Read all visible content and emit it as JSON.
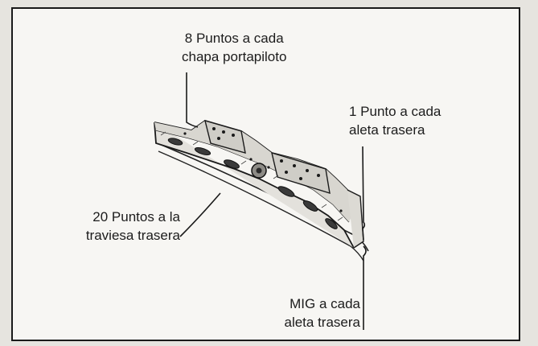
{
  "labels": {
    "top": {
      "line1": "8 Puntos a cada",
      "line2": "chapa portapiloto"
    },
    "right": {
      "line1": "1 Punto a cada",
      "line2": "aleta trasera"
    },
    "left": {
      "line1": "20 Puntos a la",
      "line2": "traviesa trasera"
    },
    "bottom": {
      "line1": "MIG a cada",
      "line2": "aleta trasera"
    }
  }
}
